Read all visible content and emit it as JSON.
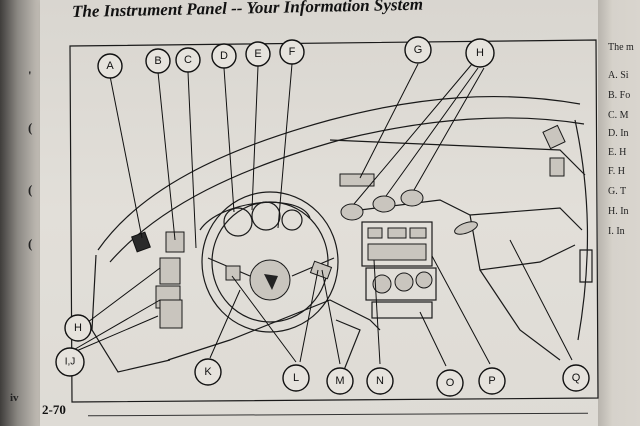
{
  "heading": "The Instrument Panel -- Your Information System",
  "footer_page": "2-70",
  "left_margin": {
    "page_mark": "iv"
  },
  "right_page": {
    "lines": [
      "The m",
      "A. Si",
      "B. Fo",
      "C. M",
      "D. In",
      "E. H",
      "F. H",
      "G. T",
      "H. In",
      "I. In"
    ]
  },
  "callouts": {
    "A": "A",
    "B": "B",
    "C": "C",
    "D": "D",
    "E": "E",
    "F": "F",
    "G": "G",
    "H_top": "H",
    "H_left": "H",
    "IJ": "I,J",
    "K": "K",
    "L": "L",
    "M": "M",
    "N": "N",
    "O": "O",
    "P": "P",
    "Q": "Q"
  },
  "colors": {
    "paper": "#dedbd5",
    "ink": "#111111"
  }
}
